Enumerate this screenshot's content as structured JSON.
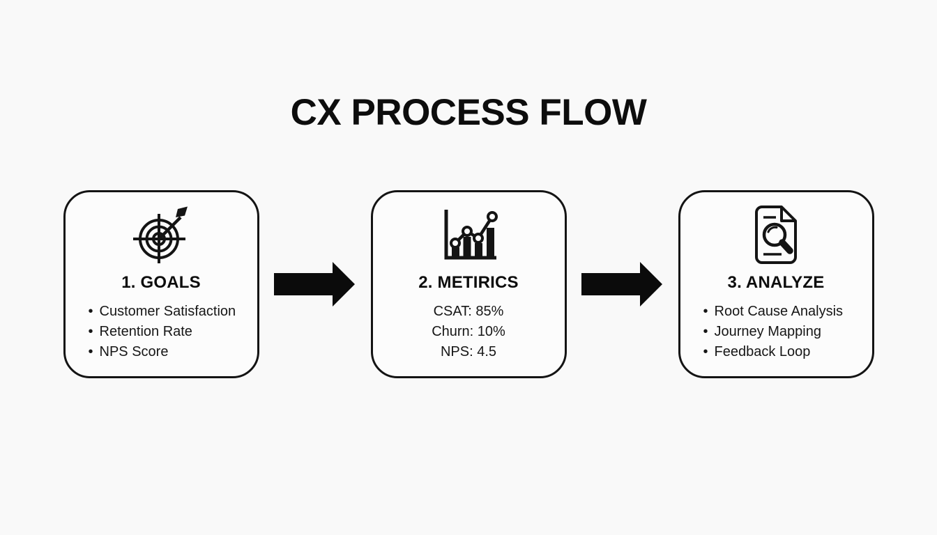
{
  "title": "CX PROCESS FLOW",
  "steps": [
    {
      "heading": "1. GOALS",
      "icon": "target-icon",
      "list_style": "bullets",
      "items": [
        "Customer Satisfaction",
        "Retention Rate",
        "NPS Score"
      ]
    },
    {
      "heading": "2. METIRICS",
      "icon": "line-bar-chart-icon",
      "list_style": "plain",
      "items": [
        "CSAT: 85%",
        "Churn: 10%",
        "NPS: 4.5"
      ]
    },
    {
      "heading": "3. ANALYZE",
      "icon": "document-search-icon",
      "list_style": "bullets",
      "items": [
        "Root Cause Analysis",
        "Journey Mapping",
        "Feedback Loop"
      ]
    }
  ],
  "connectors": [
    {
      "type": "block-arrow-right"
    },
    {
      "type": "block-arrow-right"
    }
  ],
  "colors": {
    "background": "#f9f9f9",
    "box_background": "#fcfcfc",
    "stroke": "#141414",
    "arrow": "#0b0b0b",
    "text": "#111111"
  }
}
